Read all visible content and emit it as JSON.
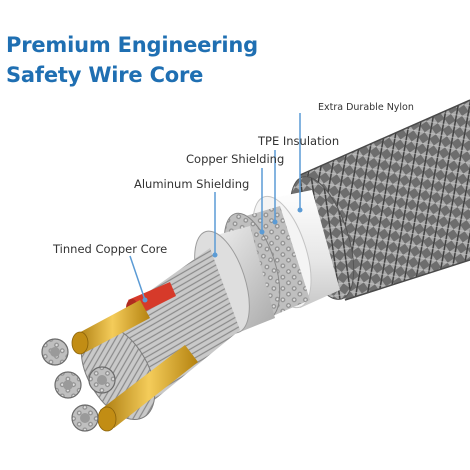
{
  "heading": {
    "line1": "Premium Engineering",
    "line2": "Safety Wire Core"
  },
  "layers": [
    {
      "id": "nylon",
      "label": "Extra Durable Nylon"
    },
    {
      "id": "tpe",
      "label": "TPE Insulation"
    },
    {
      "id": "copper_shield",
      "label": "Copper Shielding"
    },
    {
      "id": "aluminum_shield",
      "label": "Aluminum Shielding"
    },
    {
      "id": "tinned_core",
      "label": "Tinned Copper Core"
    }
  ],
  "colors": {
    "heading": "#1f6fb2",
    "leader_line": "#5b9bd5",
    "label_text": "#333333",
    "braid_dark": "#3a3a3a",
    "braid_light": "#9a9a9a",
    "insulation": "#f2f2f2",
    "gold_wire": "#d9a520",
    "red_wire": "#d63a2a"
  }
}
